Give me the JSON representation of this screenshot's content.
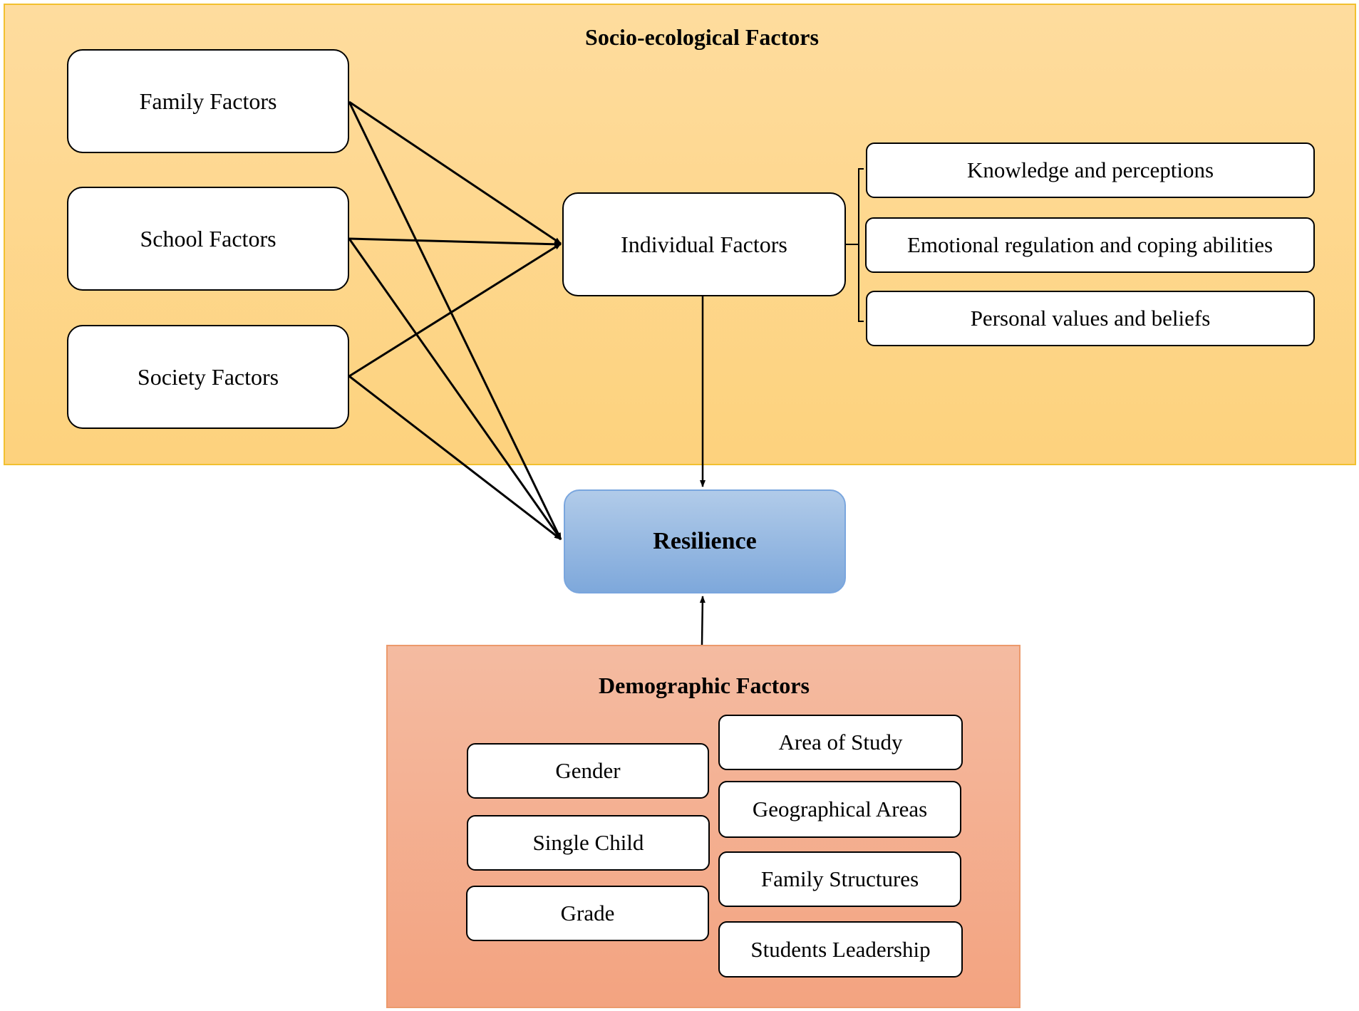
{
  "socio_ecological": {
    "title": "Socio-ecological  Factors",
    "family": "Family Factors",
    "school": "School Factors",
    "society": "Society Factors",
    "individual": "Individual Factors",
    "individual_components": [
      "Knowledge and perceptions",
      "Emotional regulation and coping abilities",
      "Personal values and beliefs"
    ]
  },
  "outcome": {
    "label": "Resilience"
  },
  "demographic": {
    "title": "Demographic Factors",
    "left_items": [
      "Gender",
      "Single Child",
      "Grade"
    ],
    "right_items": [
      "Area of Study",
      "Geographical Areas",
      "Family Structures",
      "Students Leadership"
    ]
  },
  "colors": {
    "socio_fill": "#fdd689",
    "socio_border": "#f2c02f",
    "demo_fill": "#f4ae8e",
    "demo_border": "#ec9a6c",
    "resilience_fill": "#97bae2",
    "resilience_border": "#7aa6de",
    "line": "#000000"
  }
}
